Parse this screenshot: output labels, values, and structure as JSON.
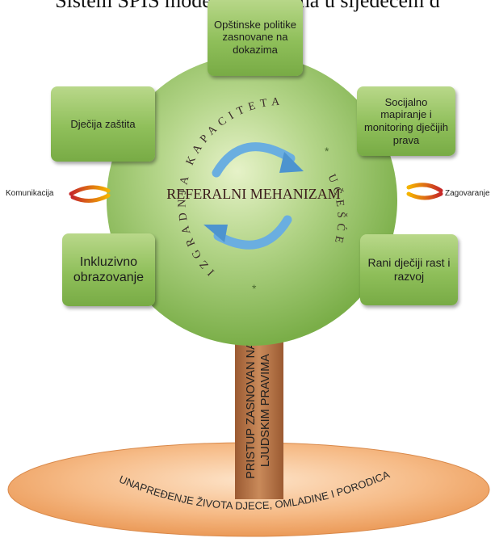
{
  "caption": "Sistem SPIS modelje prikazana u sljedećem d",
  "boxes": {
    "top": "Opštinske politike zasnovane na dokazima",
    "left_top": "Dječija zaštita",
    "right_top": "Socijalno mapiranje i monitoring dječijih prava",
    "left_bottom": "Inkluzivno obrazovanje",
    "right_bottom": "Rani dječiji rast i razvoj"
  },
  "circle": {
    "center": "REFERALNI MEHANIZAM",
    "arc_left": "IZGRADNJA KAPACITETA",
    "arc_right": "UČEŠĆE"
  },
  "side": {
    "left": "Komunikacija",
    "right": "Zagovaranje"
  },
  "trunk": {
    "line1": "PRISTUP ZASNOVAN NA",
    "line2": "LJUDSKIM PRAVIMA"
  },
  "base": "UNAPREĐENJE ŽIVOTA DJECE, OMLADINE I PORODICA",
  "colors": {
    "circle": "#8ebd5a",
    "box": "#9cc96a",
    "trunk": "#b8764b",
    "base": "#f2a96a",
    "arrow": "#5aa0d8"
  }
}
